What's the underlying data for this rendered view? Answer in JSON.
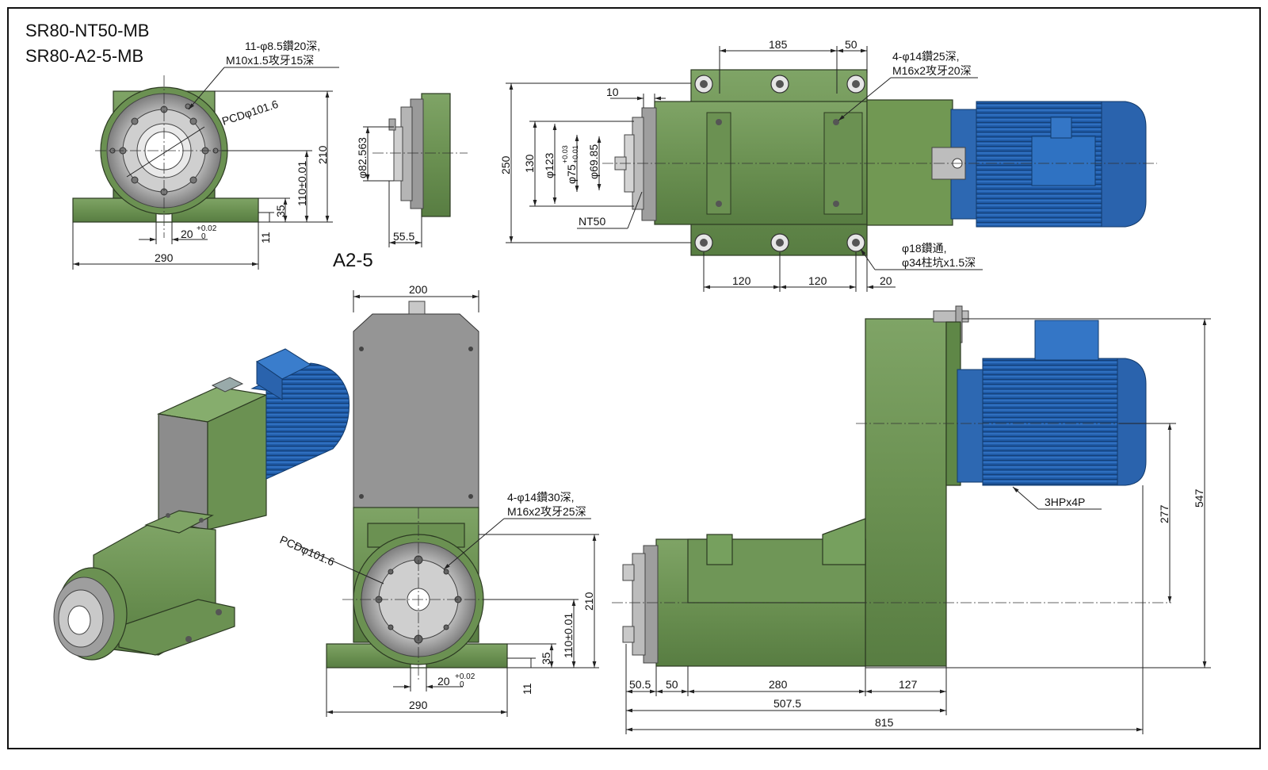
{
  "title": {
    "model_1": "SR80-NT50-MB",
    "model_2": "SR80-A2-5-MB"
  },
  "views": {
    "front_top": {
      "hole_note_line1": "11-φ8.5鑽20深,",
      "hole_note_line2": "M10x1.5攻牙15深",
      "pcd": "PCDφ101.6",
      "height": "210",
      "center_height": "110±0.01",
      "base_height": "35",
      "slot_depth": "11",
      "slot_width": "20",
      "slot_tol_upper": "+0.02",
      "slot_tol_lower": "0",
      "width": "290"
    },
    "a25_side": {
      "diameter": "φ82.563",
      "length": "55.5",
      "label": "A2-5"
    },
    "top_view": {
      "dim_185": "185",
      "dim_50": "50",
      "dim_10": "10",
      "dim_250": "250",
      "dim_130": "130",
      "dim_123": "φ123",
      "dim_75": "φ75",
      "dim_75_tol_upper": "+0.03",
      "dim_75_tol_lower": "+0.01",
      "dim_6985": "φ69.85",
      "nose_label": "NT50",
      "hole_note_line1": "4-φ14鑽25深,",
      "hole_note_line2": "M16x2攻牙20深",
      "mount_note_line1": "φ18鑽通,",
      "mount_note_line2": "φ34柱坑x1.5深",
      "pitch_1": "120",
      "pitch_2": "120",
      "edge": "20"
    },
    "front_bottom": {
      "width_top": "200",
      "hole_note_line1": "4-φ14鑽30深,",
      "hole_note_line2": "M16x2攻牙25深",
      "pcd": "PCDφ101.6",
      "height": "210",
      "center_height": "110±0.01",
      "base_height": "35",
      "slot_depth": "11",
      "slot_width": "20",
      "slot_tol_upper": "+0.02",
      "slot_tol_lower": "0",
      "width": "290"
    },
    "side_view": {
      "motor_label": "3HPx4P",
      "dim_277": "277",
      "dim_547": "547",
      "dim_505": "50.5",
      "dim_50": "50",
      "dim_280": "280",
      "dim_127": "127",
      "dim_5075": "507.5",
      "dim_815": "815"
    }
  }
}
